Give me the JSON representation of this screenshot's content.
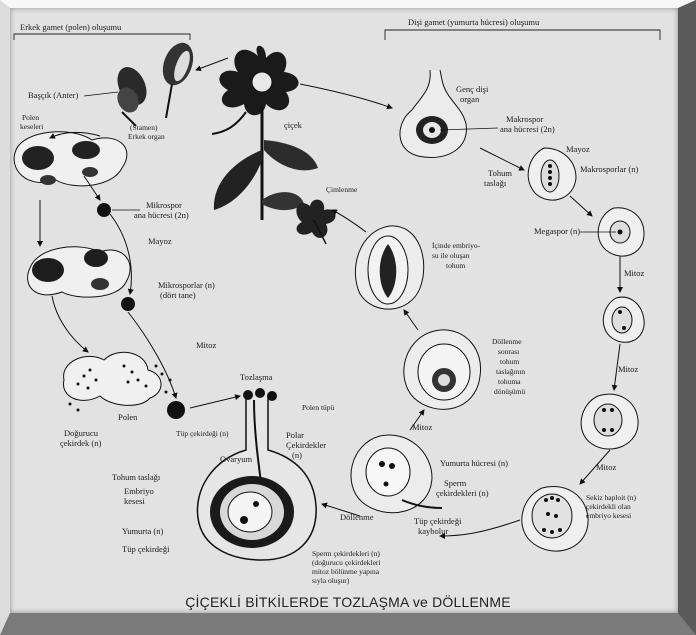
{
  "headers": {
    "male": "Erkek gamet (polen) oluşumu",
    "female": "Dişi gamet (yumurta hücresi) oluşumu"
  },
  "labels": {
    "basicik": "Başçık (Anter)",
    "polen_keseleri": [
      "Polen",
      "keseleri"
    ],
    "stamen": [
      "(Stamen)",
      "Erkek organ"
    ],
    "cicek": "çiçek",
    "cimlenme": "Çimlenme",
    "mikrospor_ana": [
      "Mikrospor",
      "ana hücresi (2n)"
    ],
    "mayoz_left": "Mayoz",
    "mikrosporlar": [
      "Mikrosporlar (n)",
      "(dört tane)"
    ],
    "mitoz_left": "Mitoz",
    "tozlasma": "Tozlaşma",
    "polen_tupu": "Polen tüpü",
    "polen": "Polen",
    "tup_cekirdegi_n": "Tüp çekirdeği (n)",
    "dogurucu": [
      "Doğurucu",
      "çekirdek (n)"
    ],
    "genc_disi": [
      "Genç dişi",
      "organ"
    ],
    "makrospor_ana": [
      "Makrospor",
      "ana hücresi  (2n)"
    ],
    "tohum_taslagi_top": [
      "Tohum",
      "taslağı"
    ],
    "mayoz_right": "Mayoz",
    "makrosporlar": "Makrosporlar (n)",
    "megaspor": "Megaspor (n)",
    "mitoz_r1": "Mitoz",
    "mitoz_r2": "Mitoz",
    "mitoz_r3": "Mitoz",
    "icinde_embriyo": [
      "İçinde embriyo-",
      "su ile oluşan",
      "tohum"
    ],
    "dollenme_sonrasi": [
      "Döllenme",
      "sonrası",
      "tohum",
      "taslağının",
      "tohuma",
      "dönüşümü"
    ],
    "mitoz_mid": "Mitoz",
    "polar": [
      "Polar",
      "Çekirdekler",
      "(n)"
    ],
    "yumurta_hucresi": "Yumurta hücresi (n)",
    "sperm_cekirdekleri_n": [
      "Sperm",
      "çekirdekleri (n)"
    ],
    "tup_kaybolur": [
      "Tüp çekirdeği",
      "kaybolur"
    ],
    "dollenme": "Döllenme",
    "sekiz_haploit": [
      "Sekiz haploit (n)",
      "çekirdekli olan",
      "embriyo kesesi"
    ],
    "ovaryum": "Ovaryum",
    "tohum_taslagi": "Tohum taslağı",
    "embriyo_kesesi": [
      "Embriyo",
      "kesesi"
    ],
    "yumurta_n": "Yumurta (n)",
    "tup_cekirdegi": "Tüp çekirdeği",
    "sperm_bottom": [
      "Sperm çekirdekleri (n)",
      "(doğurucu çekirdekleri",
      "mitoz bölünme yapına",
      "sıyla oluşur)"
    ]
  },
  "caption": "ÇİÇEKLİ BİTKİLERDE TOZLAŞMA ve DÖLLENME"
}
